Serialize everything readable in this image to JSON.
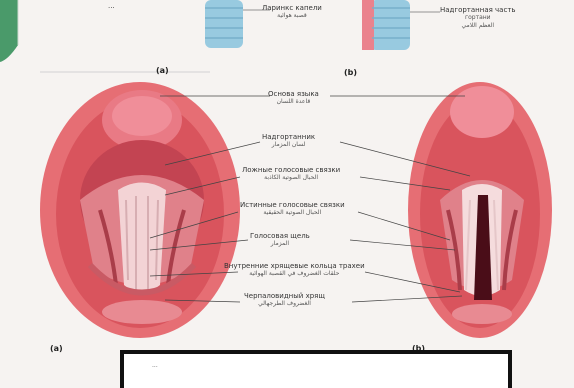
{
  "top_panels": {
    "a_label": "(a)",
    "b_label": "(b)",
    "top_left_text": "...",
    "top_mid_text": [
      "Ларинкс капели",
      "قصبة هوائية"
    ],
    "top_right_text": [
      "Надгортанная часть",
      "гортани",
      "العظم اللامي"
    ]
  },
  "labels": [
    {
      "ru": "Основа языка",
      "ar": "قاعدة اللسان"
    },
    {
      "ru": "Надгортанник",
      "ar": "لسان المزمار"
    },
    {
      "ru": "Ложные голосовые связки",
      "ar": "الحبال الصوتية الكاذبة"
    },
    {
      "ru": "Истинные голосовые связки",
      "ar": "الحبال الصوتية الحقيقية"
    },
    {
      "ru": "Голосовая щель",
      "ar": "المزمار"
    },
    {
      "ru": "Внутренние хрящевые кольца трахеи",
      "ar": "حلقات الغضروف في القصبة الهوائية"
    },
    {
      "ru": "Черпаловидный хрящ",
      "ar": "الغضروف الطرجهالي"
    }
  ],
  "bottom_panels": {
    "a_label": "(a)",
    "b_label": "(b)"
  },
  "bottom_box_text": "...",
  "colors": {
    "tissue_outer": "#e66e74",
    "tissue_mid": "#d9545d",
    "tissue_light": "#f3a7a7",
    "trachea_blue": "#8ec6df",
    "green_tab": "#4a9a6a"
  }
}
